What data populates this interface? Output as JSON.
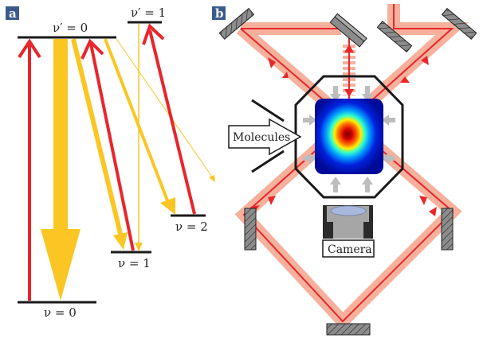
{
  "panels": {
    "a": {
      "label": "a",
      "levels": {
        "excited_v0": "ν′ = 0",
        "excited_v1": "ν′ = 1",
        "ground_v0": "ν = 0",
        "ground_v1": "ν = 1",
        "ground_v2": "ν = 2"
      }
    },
    "b": {
      "label": "b",
      "molecules_label": "Molecules",
      "camera_label": "Camera"
    }
  },
  "colors": {
    "laser_red": "#e8262b",
    "decay_yellow": "#fbc624",
    "beam_pink": "#f6b19c",
    "level_black": "#1a1a1a",
    "mirror_gray": "#8c8c8c",
    "panel_label_bg": "#3a5a8c"
  }
}
